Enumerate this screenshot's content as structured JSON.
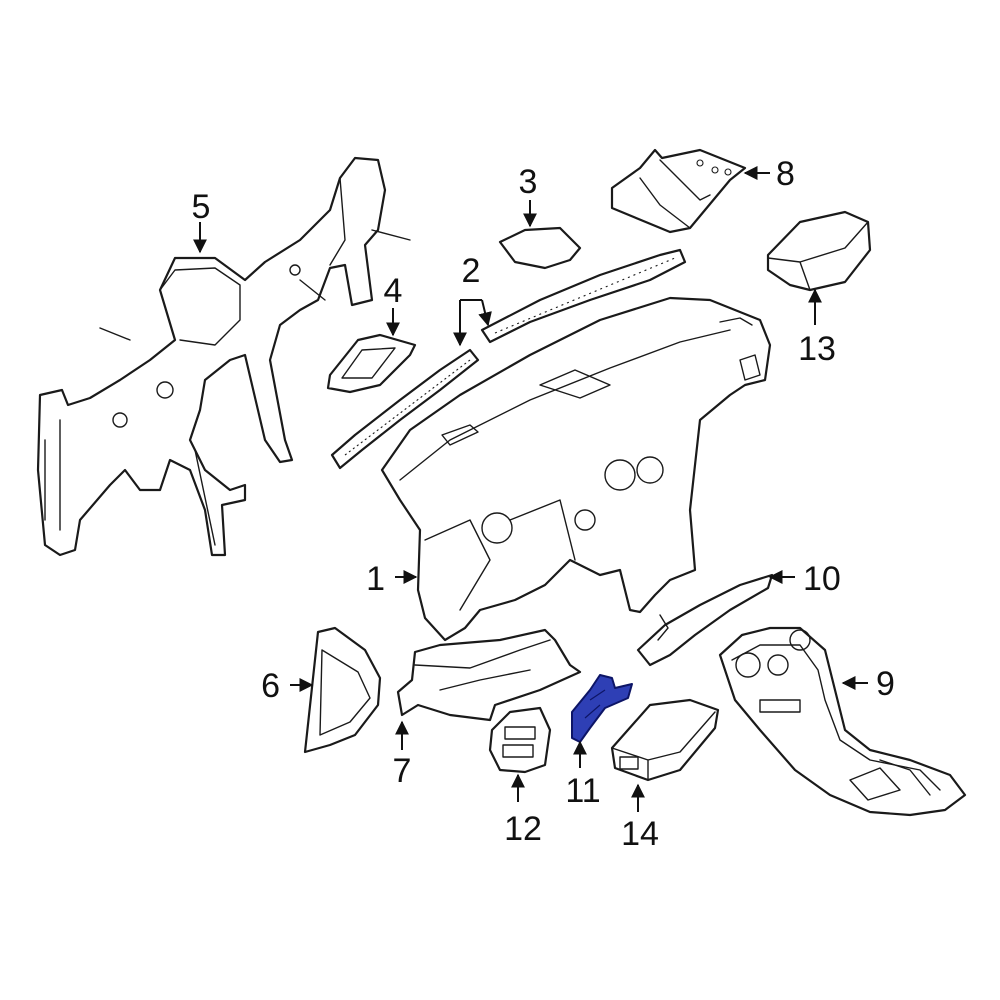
{
  "diagram": {
    "highlight_color": "#2e3fb5",
    "line_color": "#1a1a1a",
    "callouts": [
      {
        "id": "1",
        "label": "1"
      },
      {
        "id": "2",
        "label": "2"
      },
      {
        "id": "3",
        "label": "3"
      },
      {
        "id": "4",
        "label": "4"
      },
      {
        "id": "5",
        "label": "5"
      },
      {
        "id": "6",
        "label": "6"
      },
      {
        "id": "7",
        "label": "7"
      },
      {
        "id": "8",
        "label": "8"
      },
      {
        "id": "9",
        "label": "9"
      },
      {
        "id": "10",
        "label": "10"
      },
      {
        "id": "11",
        "label": "11"
      },
      {
        "id": "12",
        "label": "12"
      },
      {
        "id": "13",
        "label": "13"
      },
      {
        "id": "14",
        "label": "14"
      }
    ],
    "highlighted_part": "11"
  }
}
